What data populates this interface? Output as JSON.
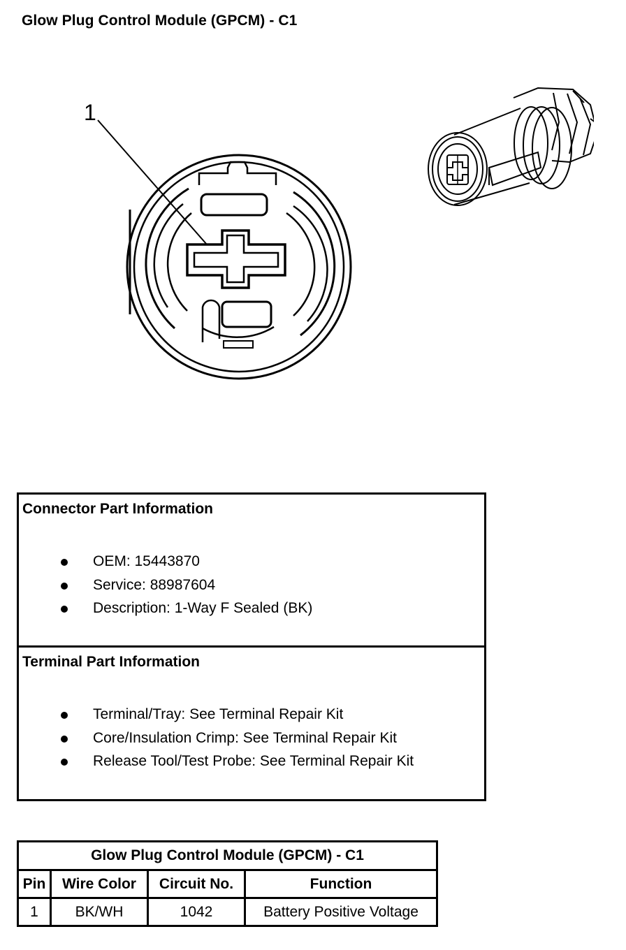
{
  "title": "Glow Plug Control Module (GPCM) - C1",
  "diagram": {
    "callout_label": "1",
    "face_icon": "connector-face-diagram",
    "iso_icon": "connector-isometric-diagram"
  },
  "connector_info": {
    "heading": "Connector Part Information",
    "items": [
      "OEM: 15443870",
      "Service: 88987604",
      "Description: 1-Way F Sealed (BK)"
    ]
  },
  "terminal_info": {
    "heading": "Terminal Part Information",
    "items": [
      "Terminal/Tray: See Terminal Repair Kit",
      "Core/Insulation Crimp: See Terminal Repair Kit",
      "Release Tool/Test Probe: See Terminal Repair Kit"
    ]
  },
  "pin_table": {
    "caption": "Glow Plug Control Module (GPCM) - C1",
    "headers": [
      "Pin",
      "Wire Color",
      "Circuit No.",
      "Function"
    ],
    "rows": [
      [
        "1",
        "BK/WH",
        "1042",
        "Battery Positive Voltage"
      ]
    ]
  }
}
